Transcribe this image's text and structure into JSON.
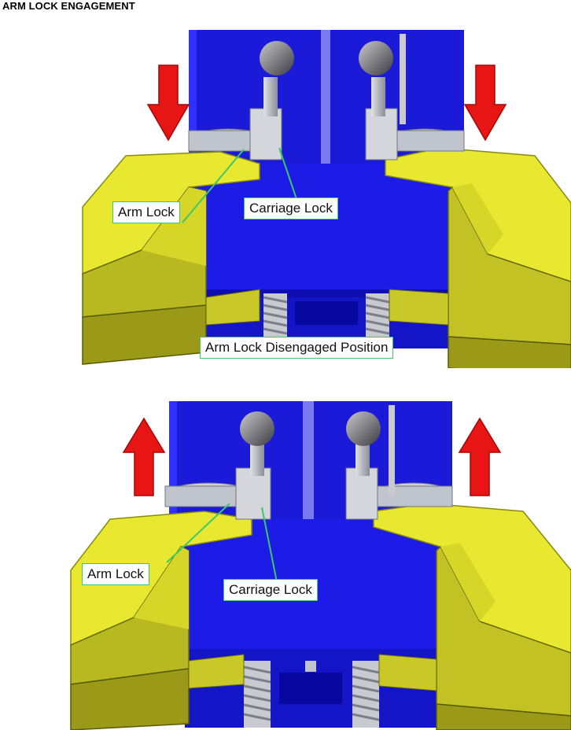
{
  "title": "ARM LOCK ENGAGEMENT",
  "panels": [
    {
      "arrow_direction": "down",
      "labels": {
        "arm_lock": "Arm Lock",
        "carriage_lock": "Carriage Lock",
        "position": "Arm Lock Disengaged Position"
      }
    },
    {
      "arrow_direction": "up",
      "labels": {
        "arm_lock": "Arm Lock",
        "carriage_lock": "Carriage Lock"
      }
    }
  ],
  "colors": {
    "carriage_blue": "#1f1fe0",
    "arm_yellow": "#e8e830",
    "arrow_red": "#e81515",
    "leader_green": "#3cc86a",
    "metal_gray": "#b8bcc4"
  }
}
